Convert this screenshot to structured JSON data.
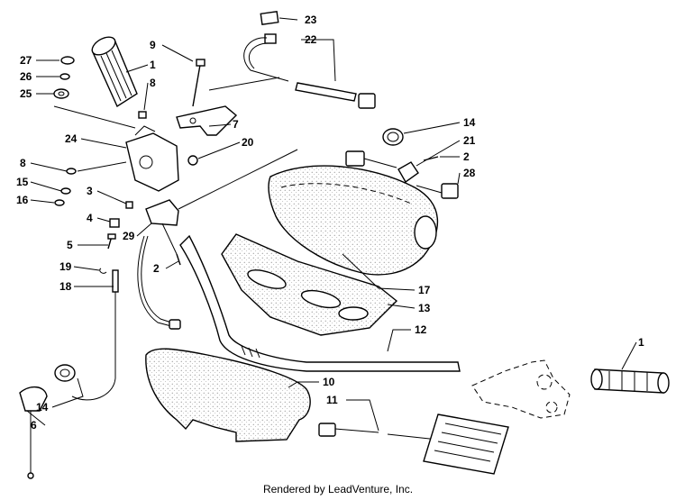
{
  "footer": "Rendered by LeadVenture, Inc.",
  "callouts": {
    "c27": "27",
    "c26": "26",
    "c25": "25",
    "c1a": "1",
    "c9": "9",
    "c8a": "8",
    "c23": "23",
    "c22": "22",
    "c7": "7",
    "c20": "20",
    "c24": "24",
    "c14a": "14",
    "c21": "21",
    "c2a": "2",
    "c28": "28",
    "c8b": "8",
    "c15": "15",
    "c16": "16",
    "c3": "3",
    "c4": "4",
    "c5": "5",
    "c29": "29",
    "c2b": "2",
    "c19": "19",
    "c18": "18",
    "c17": "17",
    "c13": "13",
    "c12": "12",
    "c1b": "1",
    "c10": "10",
    "c11": "11",
    "c14b": "14",
    "c6": "6"
  }
}
